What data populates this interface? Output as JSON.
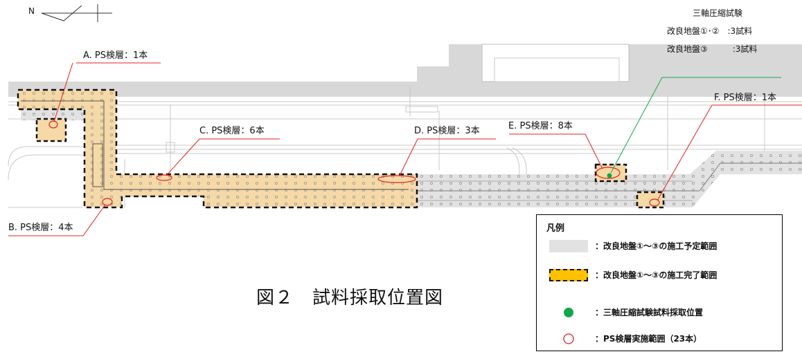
{
  "north_label": "N",
  "labels": {
    "a": "A. PS検層：1本",
    "b": "B. PS検層：4本",
    "c": "C. PS検層：6本",
    "d": "D. PS検層：3本",
    "e": "E. PS検層：8本",
    "f": "F. PS検層：1本"
  },
  "triaxial": {
    "title": "三軸圧縮試験",
    "row1": "改良地盤①･②　:3試料",
    "row2": "改良地盤③　　　:3試料"
  },
  "caption": "図２　試料採取位置図",
  "legend": {
    "title": "凡例",
    "items": [
      "：改良地盤①～③の施工予定範囲",
      "：改良地盤①～③の施工完了範囲",
      "：三軸圧縮試験試料採取位置",
      "：PS検層実施範囲（23本）"
    ]
  },
  "colors": {
    "planned": "#e2e2e2",
    "completed": "#f5d9a6",
    "completed_legend": "#ffc000",
    "sample_point": "#12a64a",
    "ps_marker": "#e02020",
    "dashed_border": "#111111"
  }
}
